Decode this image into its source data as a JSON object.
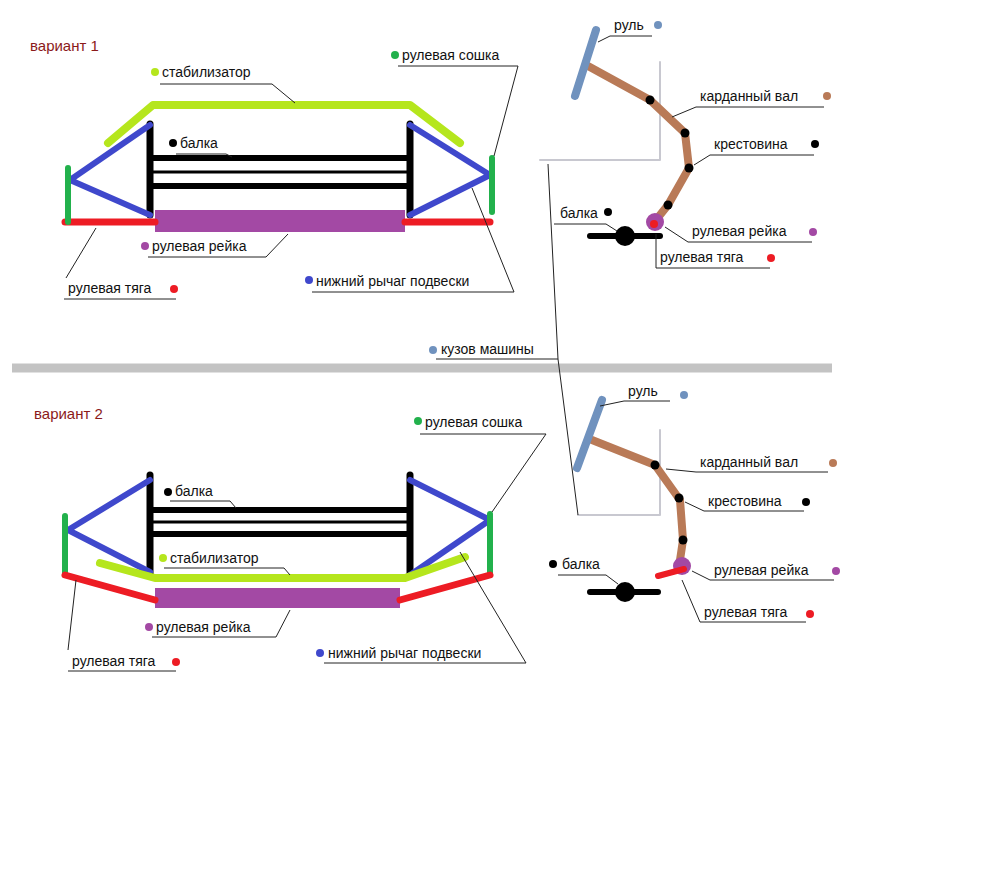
{
  "diagram": {
    "labels": [
      "вариант  1",
      "стабилизатор",
      "рулевая сошка",
      "балка",
      "рулевая рейка",
      "рулевая тяга",
      "нижний рычаг подвески",
      "руль",
      "карданный вал",
      "крестовина",
      "балка",
      "рулевая рейка",
      "рулевая тяга",
      "кузов машины",
      "вариант  2",
      "рулевая сошка",
      "балка",
      "стабилизатор",
      "рулевая рейка",
      "рулевая тяга",
      "нижний рычаг подвески",
      "руль",
      "карданный вал",
      "крестовина",
      "балка",
      "рулевая рейка",
      "рулевая тяга"
    ]
  }
}
